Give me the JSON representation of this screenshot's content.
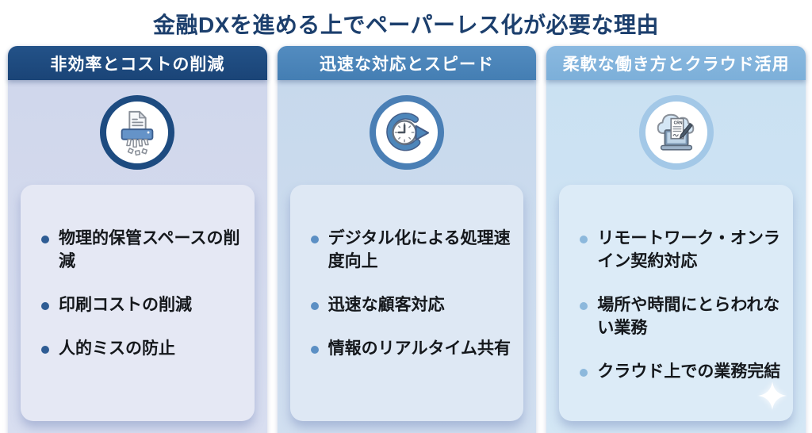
{
  "title": "金融DXを進める上でペーパーレス化が必要な理由",
  "title_color": "#1c3f6d",
  "columns": [
    {
      "header": "非効率とコストの削減",
      "icon": "shredder-icon",
      "items": [
        "物理的保管スペースの削減",
        "印刷コストの削減",
        "人的ミスの防止"
      ],
      "colors": {
        "header_bg": "#1d4b80",
        "body_bg": "#d2d9ed",
        "panel_bg": "#e5e8f4",
        "ring": "#1d4b80",
        "bullet": "#2e5c94"
      }
    },
    {
      "header": "迅速な対応とスピード",
      "icon": "clock-arrow-icon",
      "items": [
        "デジタル化による処理速度向上",
        "迅速な顧客対応",
        "情報のリアルタイム共有"
      ],
      "colors": {
        "header_bg": "#4c86bb",
        "body_bg": "#cbdbee",
        "panel_bg": "#dee8f4",
        "ring": "#4a7fb5",
        "bullet": "#5b8fc4"
      }
    },
    {
      "header": "柔軟な働き方とクラウド活用",
      "icon": "cloud-laptop-icon",
      "icon_label": "CRN",
      "items": [
        "リモートワーク・オンライン契約対応",
        "場所や時間にとらわれない業務",
        "クラウド上での業務完結"
      ],
      "colors": {
        "header_bg": "#84b5de",
        "body_bg": "#cee3f3",
        "panel_bg": "#dcebf7",
        "ring": "#a3c8e7",
        "bullet": "#8cb8dc"
      },
      "decoration": "sparkle-icon"
    }
  ]
}
